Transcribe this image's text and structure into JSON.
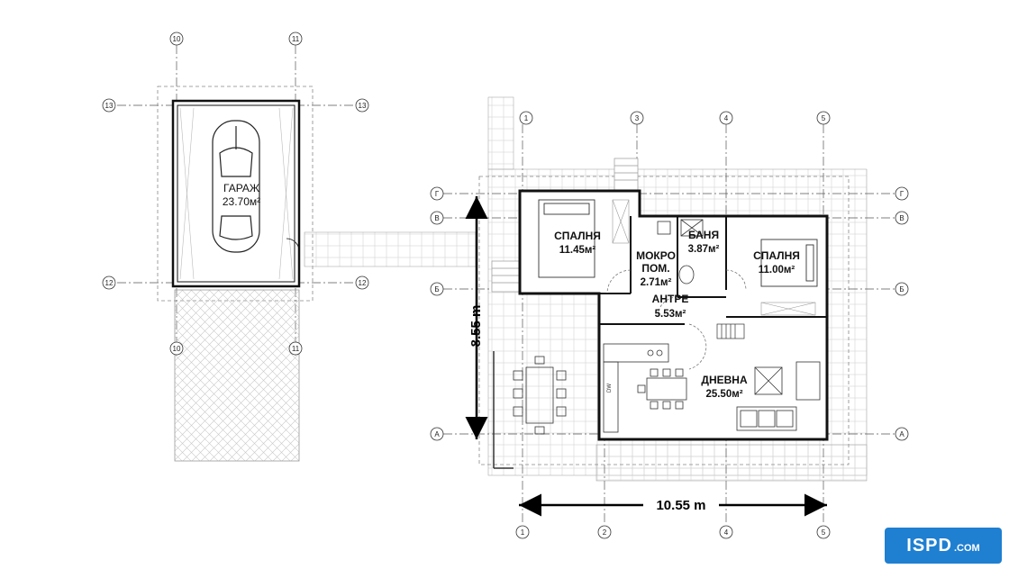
{
  "rooms": {
    "garage": {
      "name": "ГАРАЖ",
      "area": "23.70м²"
    },
    "bedroom1": {
      "name": "СПАЛНЯ",
      "area": "11.45м²"
    },
    "bathroom": {
      "name": "БАНЯ",
      "area": "3.87м²"
    },
    "wet_room": {
      "name_line1": "МОКРО",
      "name_line2": "ПОМ.",
      "area": "2.71м²"
    },
    "bedroom2": {
      "name": "СПАЛНЯ",
      "area": "11.00м²"
    },
    "hall": {
      "name": "АНТРЕ",
      "area": "5.53м²"
    },
    "living": {
      "name": "ДНЕВНА",
      "area": "25.50м²"
    }
  },
  "dimensions": {
    "width": "10.55 m",
    "depth": "8.55 m"
  },
  "axes": {
    "garage_vertical": [
      "10",
      "11"
    ],
    "garage_horizontal": [
      "13",
      "12"
    ],
    "house_vertical_top": [
      "1",
      "3",
      "4",
      "5"
    ],
    "house_vertical_bottom": [
      "1",
      "2",
      "4",
      "5"
    ],
    "house_horizontal": [
      "Г",
      "В",
      "Б",
      "А"
    ]
  },
  "appliance_label": "DW",
  "logo": {
    "main": "ISPD",
    "suffix": ".COM"
  },
  "colors": {
    "line": "#1a1a1a",
    "grid": "#cccccc",
    "logo_bg": "#1f7fd1"
  }
}
